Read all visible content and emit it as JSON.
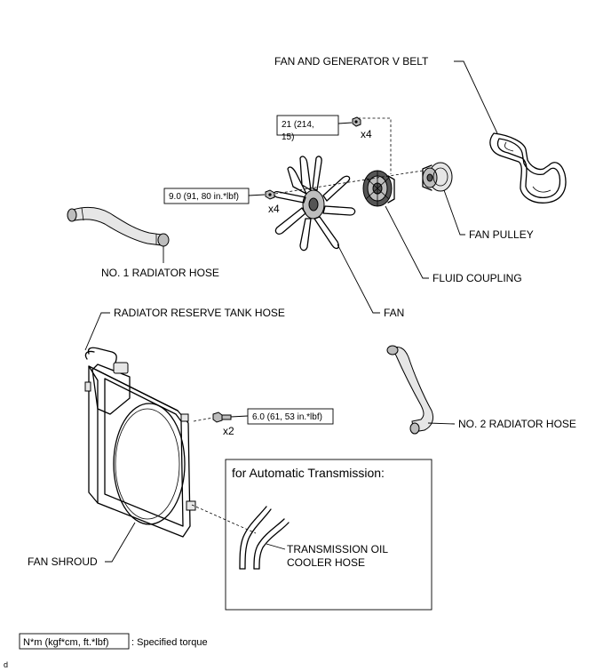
{
  "labels": {
    "fan_belt": "FAN AND GENERATOR V BELT",
    "fan_pulley": "FAN PULLEY",
    "fluid_coupling": "FLUID COUPLING",
    "fan": "FAN",
    "radiator_hose_1": "NO. 1 RADIATOR HOSE",
    "reserve_tank_hose": "RADIATOR RESERVE TANK HOSE",
    "radiator_hose_2": "NO. 2 RADIATOR HOSE",
    "fan_shroud": "FAN SHROUD",
    "trans_hose_line1": "TRANSMISSION OIL",
    "trans_hose_line2": "COOLER HOSE"
  },
  "torques": {
    "coupling_nut_line1": "21 (214,",
    "coupling_nut_line2": "15)",
    "fan_nut": "9.0 (91, 80 in.*lbf)",
    "shroud_bolt": "6.0 (61, 53 in.*lbf)"
  },
  "quantities": {
    "coupling_nut": "x4",
    "fan_nut": "x4",
    "shroud_bolt": "x2"
  },
  "inset": {
    "title": "for Automatic Transmission:"
  },
  "legend": {
    "unit_box": "N*m (kgf*cm, ft.*lbf)",
    "description": ": Specified torque"
  },
  "figure_code": "d"
}
